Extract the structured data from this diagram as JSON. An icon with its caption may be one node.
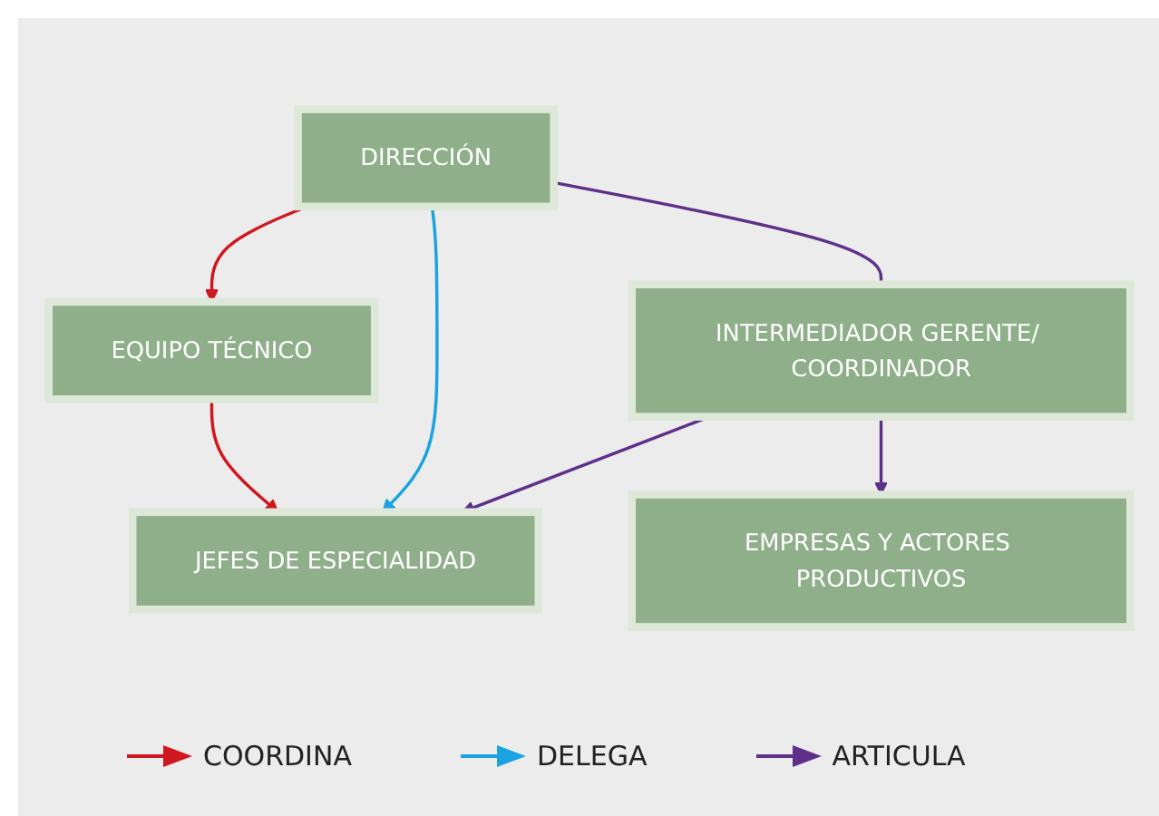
{
  "diagram": {
    "nodes": [
      {
        "text": [
          "DIRECCIÓN"
        ]
      },
      {
        "text": [
          "EQUIPO TÉCNICO"
        ]
      },
      {
        "text": [
          "INTERMEDIADOR GERENTE/ COORDINADOR"
        ]
      },
      {
        "text": [
          "JEFES DE ESPECIALIDAD"
        ]
      },
      {
        "text": [
          "EMPRESAS Y ACTORES PRODUCTIVOS"
        ]
      }
    ],
    "edges": [
      {
        "from": 0,
        "to": 1,
        "arrow": "to",
        "color": "#d0161e"
      },
      {
        "from": 1,
        "to": 3,
        "arrow": "to",
        "color": "#d0161e"
      },
      {
        "from": 0,
        "to": 3,
        "arrow": "to",
        "color": "#1aa3e0"
      },
      {
        "from": 0,
        "to": 2,
        "arrow": "none",
        "color": "#5e3089"
      },
      {
        "from": 2,
        "to": 3,
        "arrow": "to",
        "color": "#5e3089"
      },
      {
        "from": 2,
        "to": 4,
        "arrow": "to",
        "color": "#5e3089"
      }
    ],
    "legend": [
      {
        "text": "COORDINA",
        "color": "#d0161e"
      },
      {
        "text": "DELEGA",
        "color": "#1aa3e0"
      },
      {
        "text": "ARTICULA",
        "color": "#5e3089"
      }
    ]
  }
}
